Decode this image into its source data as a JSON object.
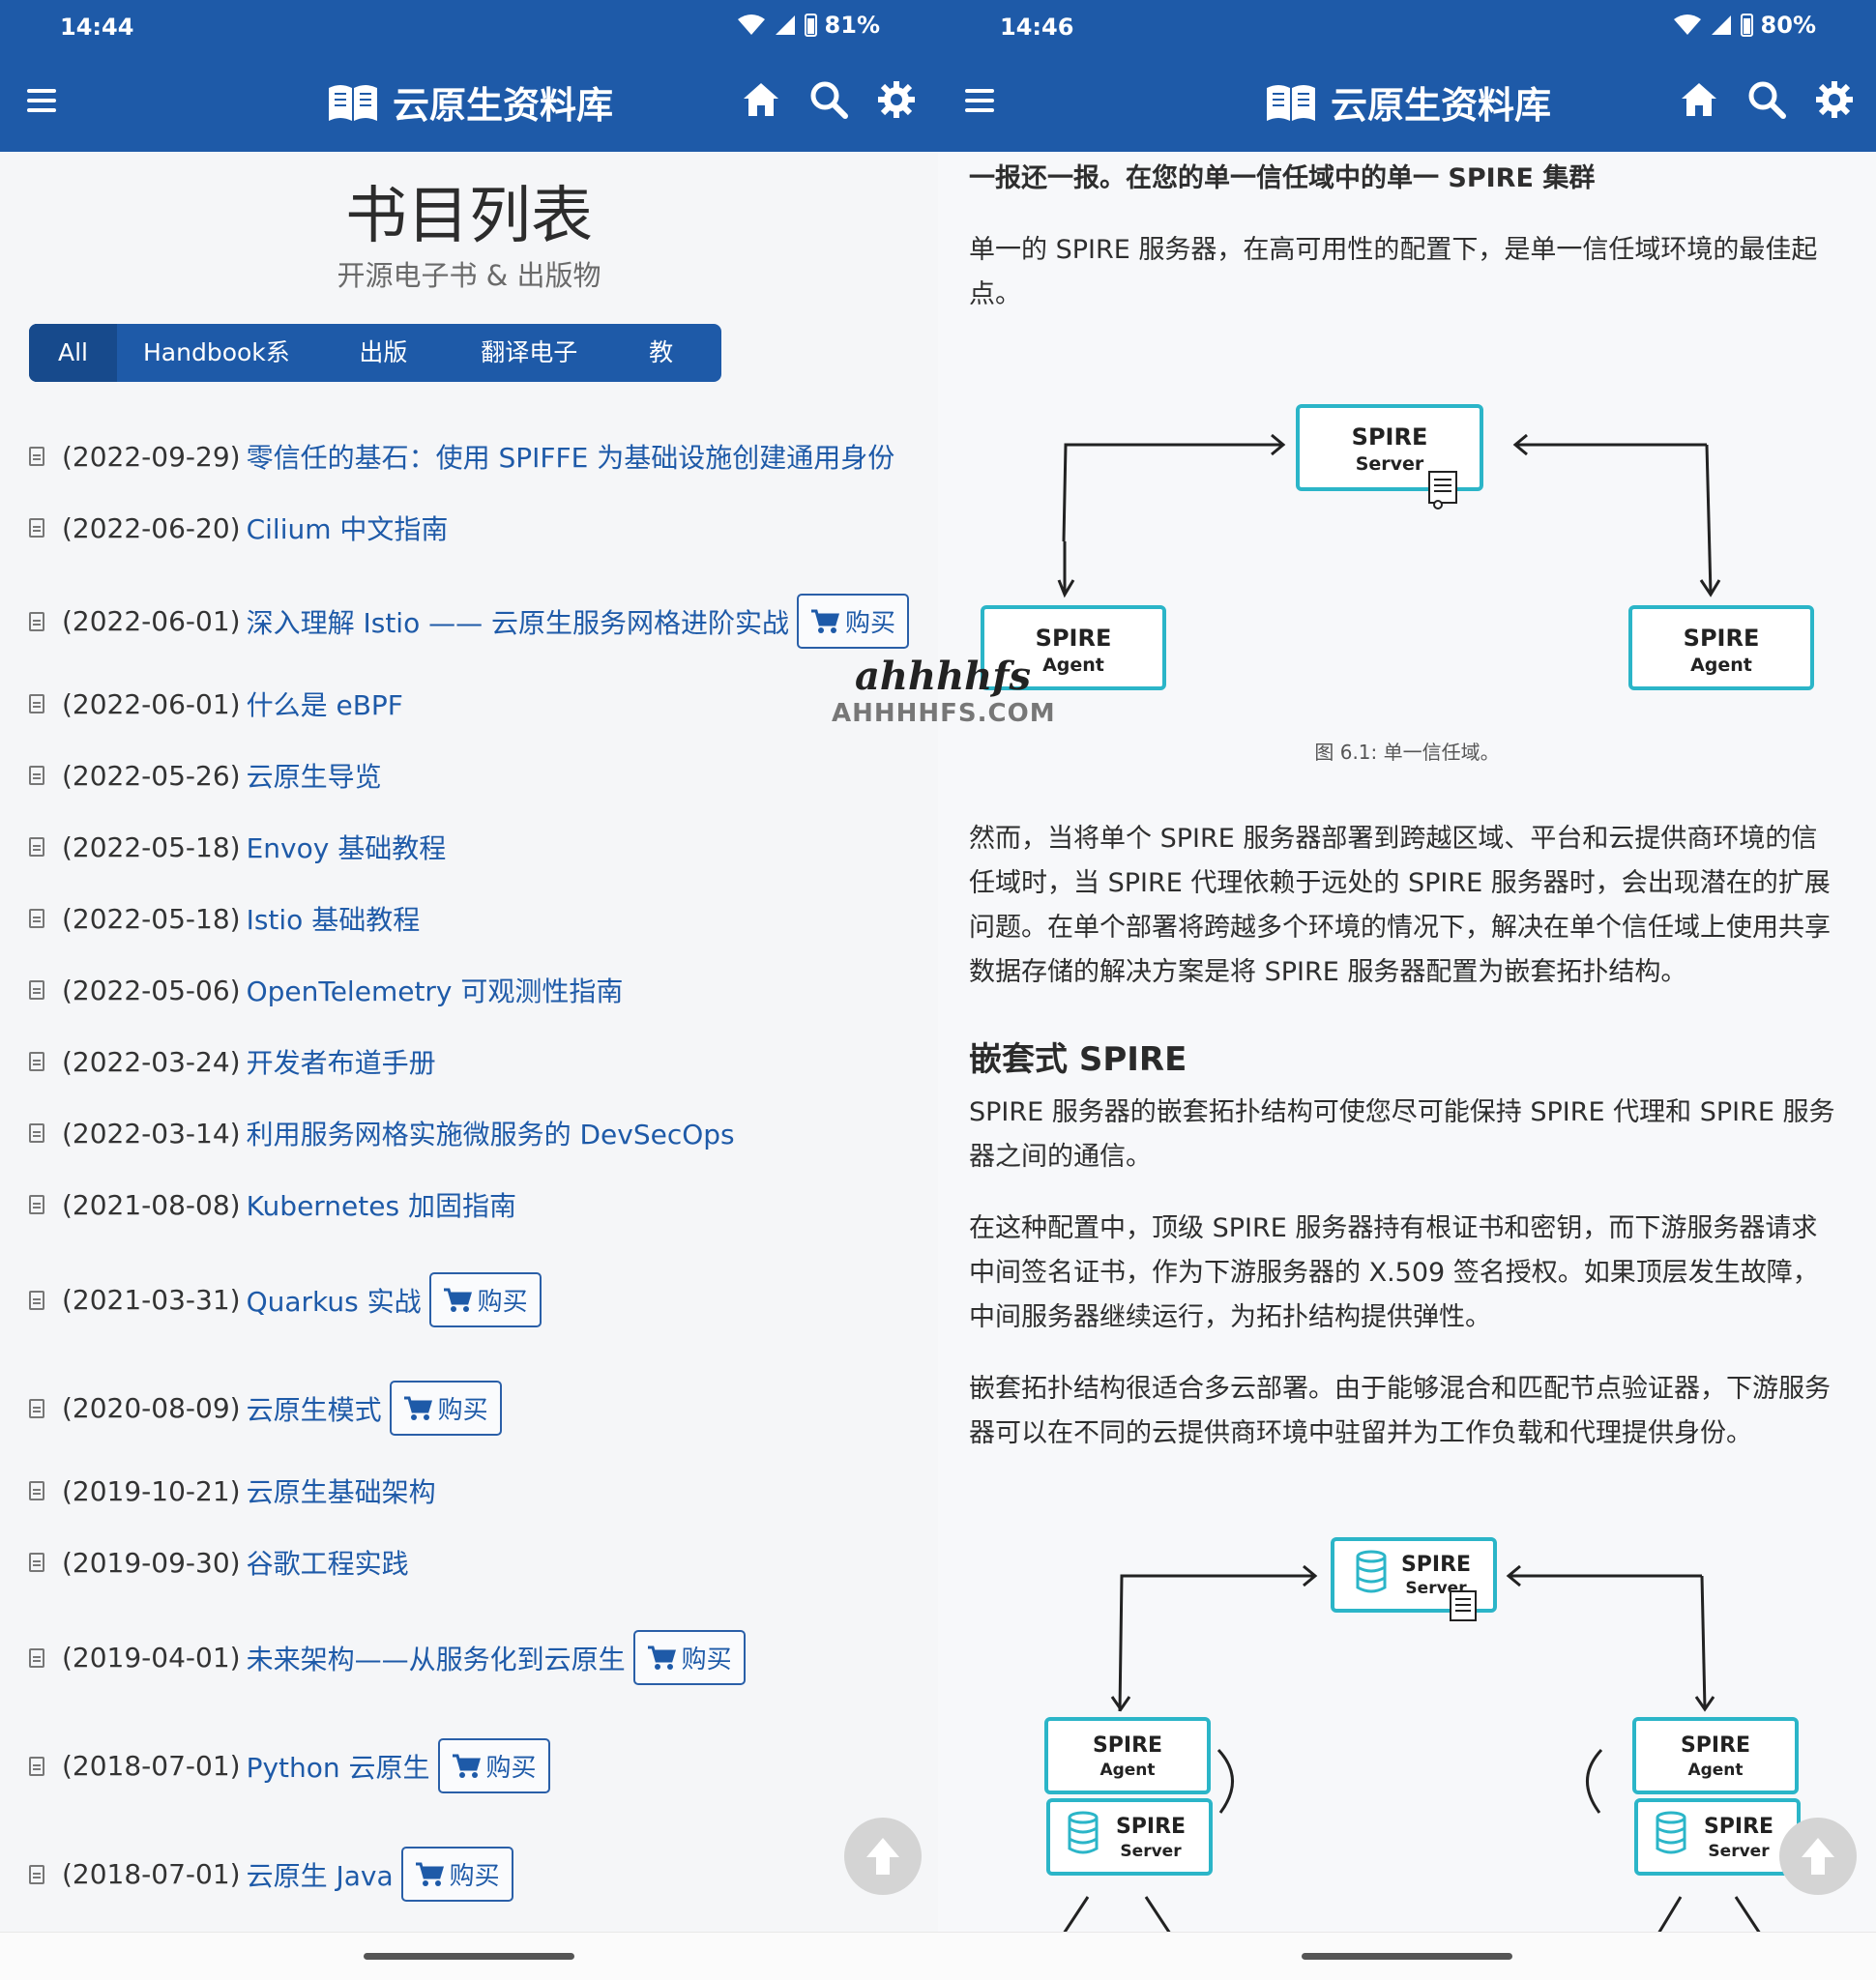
{
  "left": {
    "status": {
      "time": "14:44",
      "battery": "81%"
    },
    "header": {
      "app_name": "云原生资料库"
    },
    "page": {
      "title": "书目列表",
      "subtitle": "开源电子书 & 出版物"
    },
    "tabs": [
      "All",
      "Handbook系列",
      "出版物",
      "翻译电子书",
      "教程"
    ],
    "buy_label": "购买",
    "books": [
      {
        "date": "(2022-09-29)",
        "title": "零信任的基石：使用 SPIFFE 为基础设施创建通用身份",
        "buy": false
      },
      {
        "date": "(2022-06-20)",
        "title": "Cilium 中文指南",
        "buy": false
      },
      {
        "date": "(2022-06-01)",
        "title": "深入理解 Istio —— 云原生服务网格进阶实战",
        "buy": true
      },
      {
        "date": "(2022-06-01)",
        "title": "什么是 eBPF",
        "buy": false
      },
      {
        "date": "(2022-05-26)",
        "title": "云原生导览",
        "buy": false
      },
      {
        "date": "(2022-05-18)",
        "title": "Envoy 基础教程",
        "buy": false
      },
      {
        "date": "(2022-05-18)",
        "title": "Istio 基础教程",
        "buy": false
      },
      {
        "date": "(2022-05-06)",
        "title": "OpenTelemetry 可观测性指南",
        "buy": false
      },
      {
        "date": "(2022-03-24)",
        "title": "开发者布道手册",
        "buy": false
      },
      {
        "date": "(2022-03-14)",
        "title": "利用服务网格实施微服务的 DevSecOps",
        "buy": false
      },
      {
        "date": "(2021-08-08)",
        "title": "Kubernetes 加固指南",
        "buy": false
      },
      {
        "date": "(2021-03-31)",
        "title": "Quarkus 实战",
        "buy": true
      },
      {
        "date": "(2020-08-09)",
        "title": "云原生模式",
        "buy": true
      },
      {
        "date": "(2019-10-21)",
        "title": "云原生基础架构",
        "buy": false
      },
      {
        "date": "(2019-09-30)",
        "title": "谷歌工程实践",
        "buy": false
      },
      {
        "date": "(2019-04-01)",
        "title": "未来架构——从服务化到云原生",
        "buy": true
      },
      {
        "date": "(2018-07-01)",
        "title": "Python 云原生",
        "buy": true
      },
      {
        "date": "(2018-07-01)",
        "title": "云原生 Java",
        "buy": true
      }
    ]
  },
  "right": {
    "status": {
      "time": "14:46",
      "battery": "80%"
    },
    "header": {
      "app_name": "云原生资料库"
    },
    "intro_bold": "一报还一报。在您的单一信任域中的单一 SPIRE 集群",
    "para1": "单一的 SPIRE 服务器，在高可用性的配置下，是单一信任域环境的最佳起点。",
    "diagram1": {
      "server_top": "SPIRE",
      "server_bottom": "Server",
      "agent_top": "SPIRE",
      "agent_bottom": "Agent"
    },
    "caption1": "图 6.1: 单一信任域。",
    "para2": "然而，当将单个 SPIRE 服务器部署到跨越区域、平台和云提供商环境的信任域时，当 SPIRE 代理依赖于远处的 SPIRE 服务器时，会出现潜在的扩展问题。在单个部署将跨越多个环境的情况下，解决在单个信任域上使用共享数据存储的解决方案是将 SPIRE 服务器配置为嵌套拓扑结构。",
    "heading": "嵌套式 SPIRE",
    "para3": "SPIRE 服务器的嵌套拓扑结构可使您尽可能保持 SPIRE 代理和 SPIRE 服务器之间的通信。",
    "para4": "在这种配置中，顶级 SPIRE 服务器持有根证书和密钥，而下游服务器请求中间签名证书，作为下游服务器的 X.509 签名授权。如果顶层发生故障，中间服务器继续运行，为拓扑结构提供弹性。",
    "para5": "嵌套拓扑结构很适合多云部署。由于能够混合和匹配节点验证器，下游服务器可以在不同的云提供商环境中驻留并为工作负载和代理提供身份。"
  },
  "watermark": {
    "script": "ahhhhfs",
    "site": "AHHHHFS.COM"
  },
  "colors": {
    "primary": "#1e5aa8",
    "link": "#1e5aa8",
    "diagram": "#2bb5c8"
  },
  "icons": [
    "menu-icon",
    "book-icon",
    "home-icon",
    "search-icon",
    "gear-icon",
    "document-icon",
    "cart-icon",
    "arrow-up-icon",
    "database-icon",
    "certificate-icon"
  ]
}
